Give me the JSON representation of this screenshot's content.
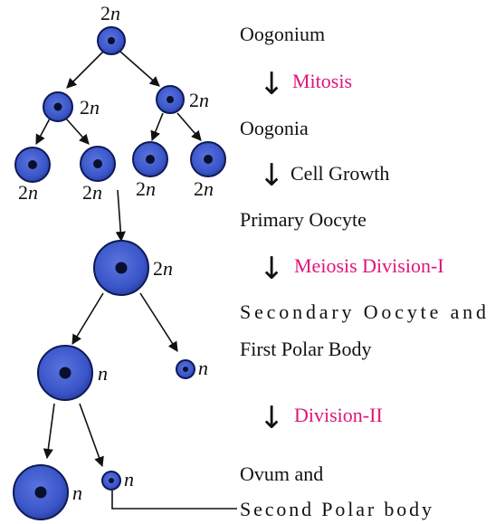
{
  "colors": {
    "cell_fill": "#3a55c8",
    "cell_stroke": "#0d1a55",
    "nucleus": "#0a0f2e",
    "arrow": "#111111",
    "text": "#111111",
    "process_highlight": "#e0147a"
  },
  "ploidy": {
    "diploid_number": "2",
    "haploid_symbol": "n"
  },
  "stages": {
    "oogonium": "Oogonium",
    "oogonia": "Oogonia",
    "primary_oocyte": "Primary Oocyte",
    "secondary_line1": "Secondary Oocyte and",
    "secondary_line2": "First Polar Body",
    "ovum_line1": "Ovum and",
    "ovum_line2": "Second Polar body"
  },
  "processes": {
    "mitosis": "Mitosis",
    "cell_growth": "Cell Growth",
    "meiosis_1": "Meiosis Division-I",
    "division_2": "Division-II"
  },
  "arrow_icon": "down-arrow-icon"
}
